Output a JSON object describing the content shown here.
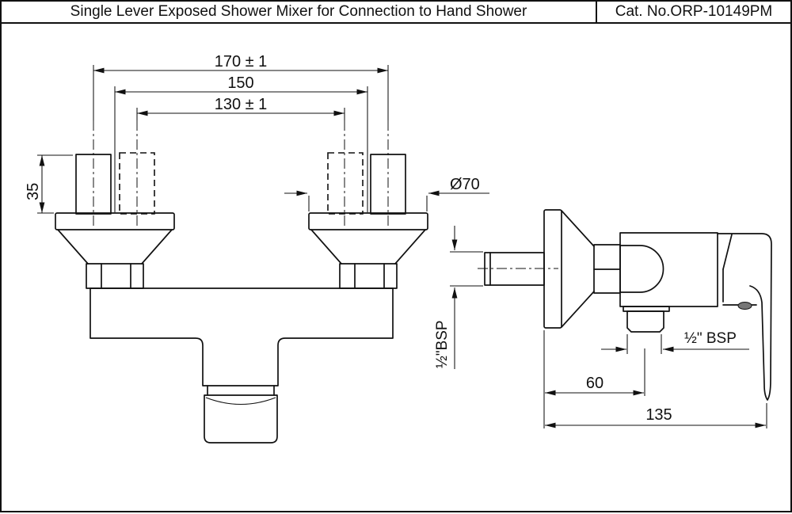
{
  "title_bar": {
    "title": "Single Lever Exposed Shower Mixer for Connection to Hand Shower",
    "catalog_number": "Cat. No.ORP-10149PM"
  },
  "front_view": {
    "name": "front elevation of shower mixer",
    "dimensions": {
      "inlet_centers_outer": "170 ± 1",
      "flange_centers": "150",
      "inlet_centers_inner": "130 ± 1",
      "inlet_pipe_projection": "35",
      "flange_diameter": "Ø70"
    }
  },
  "side_view": {
    "name": "side elevation of shower mixer",
    "dimensions": {
      "inlet_thread": "½\"BSP",
      "outlet_thread": "½\" BSP",
      "wall_to_outlet_center": "60",
      "wall_to_handle_front": "135"
    }
  },
  "colors": {
    "line": "#111111",
    "background": "#ffffff"
  }
}
